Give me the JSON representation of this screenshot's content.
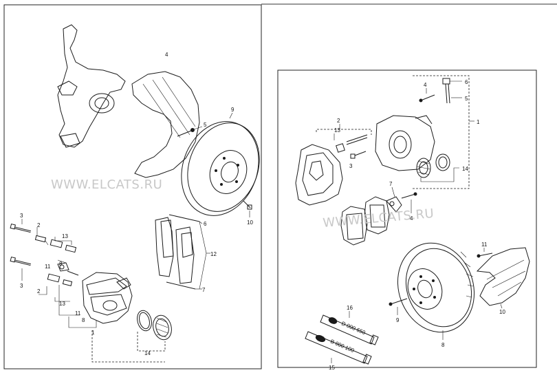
{
  "watermark": "WWW.ELCATS.RU",
  "left_panel": {
    "labels": [
      "4",
      "9",
      "5",
      "10",
      "3",
      "2",
      "13",
      "6",
      "8",
      "12",
      "11",
      "7",
      "1",
      "14"
    ]
  },
  "right_panel": {
    "labels": [
      "6",
      "4",
      "5",
      "1",
      "2",
      "13",
      "3",
      "14",
      "7",
      "4",
      "11",
      "10",
      "9",
      "8",
      "16",
      "15"
    ],
    "tube_top_text": "D 000 650",
    "tube_bottom_text": "B 000 100"
  },
  "colors": {
    "ink": "#1a1a1a",
    "watermark": "#c8c8c8",
    "background": "#ffffff"
  }
}
